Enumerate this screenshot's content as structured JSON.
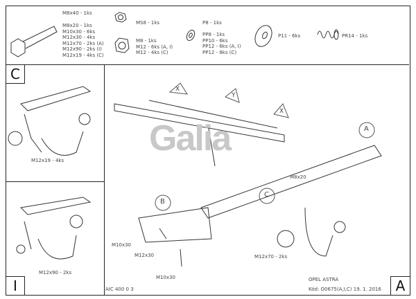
{
  "parts": {
    "bolts": [
      "M8x40 - 1ks",
      "M8x20 - 1ks",
      "M10x30 - 6ks",
      "M12x30 - 4ks",
      "M12x70 - 2ks (A)",
      "M12x90 - 2ks (I)",
      "M12x19 - 4ks (C)"
    ],
    "ms_nut": "MS8 - 1ks",
    "nuts": [
      "M8 - 1ks",
      "M12 - 6ks (A, I)",
      "M12 - 4ks (C)"
    ],
    "p8": "P8 - 1ks",
    "washers": [
      "PP8 - 1ks",
      "PP10 - 6ks",
      "PP12 - 6ks (A, I)",
      "PP12 - 8ks (C)"
    ],
    "p11": "P11 - 6ks",
    "spring": "PR14 - 1ks"
  },
  "views": {
    "c": {
      "label": "C",
      "bolt": "M12x19 - 4ks"
    },
    "i": {
      "label": "I",
      "bolt": "M12x90 - 2ks"
    },
    "a": {
      "label": "A"
    }
  },
  "callouts": {
    "x": "X",
    "y": "Y",
    "a": "A",
    "b": "B",
    "c": "C"
  },
  "main_labels": {
    "m8x20": "M8x20",
    "m10x30_a": "M10x30",
    "m12x30": "M12x30",
    "m10x30_b": "M10x30",
    "m12x70": "M12x70 - 2ks"
  },
  "logo": "Galia",
  "footer": {
    "code_left": "AIC 400 0 3",
    "model": "OPEL ASTRA",
    "code": "Kód: O0675(A,I,C)  19. 1. 2016"
  }
}
